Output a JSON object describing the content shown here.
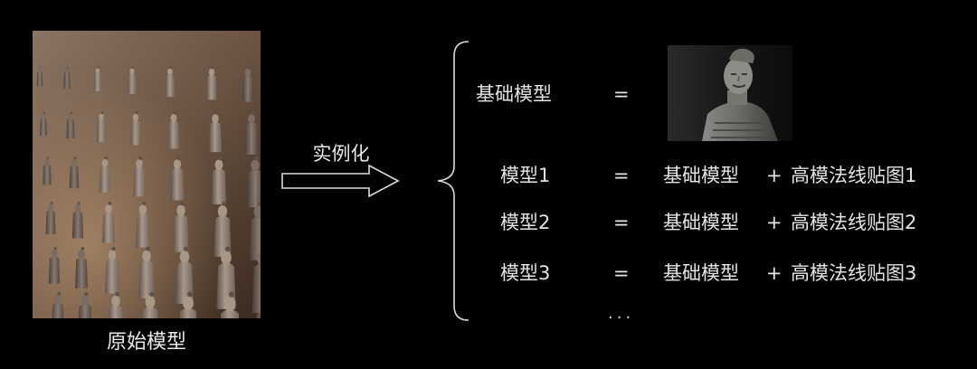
{
  "source_image": {
    "caption": "原始模型",
    "picture": "terracotta-warriors-rows"
  },
  "instantiate": {
    "label": "实例化"
  },
  "base_definition": {
    "term": "基础模型",
    "equals": "=",
    "picture": "terracotta-warrior-portrait"
  },
  "rows": [
    {
      "name": "模型1",
      "equals": "=",
      "base": "基础模型",
      "plus": "+",
      "normal_map": "高模法线贴图1"
    },
    {
      "name": "模型2",
      "equals": "=",
      "base": "基础模型",
      "plus": "+",
      "normal_map": "高模法线贴图2"
    },
    {
      "name": "模型3",
      "equals": "=",
      "base": "基础模型",
      "plus": "+",
      "normal_map": "高模法线贴图3"
    }
  ],
  "ellipsis": "...",
  "colors": {
    "background": "#000000",
    "text": "#e4e4e4",
    "line": "#d9d9d9"
  }
}
